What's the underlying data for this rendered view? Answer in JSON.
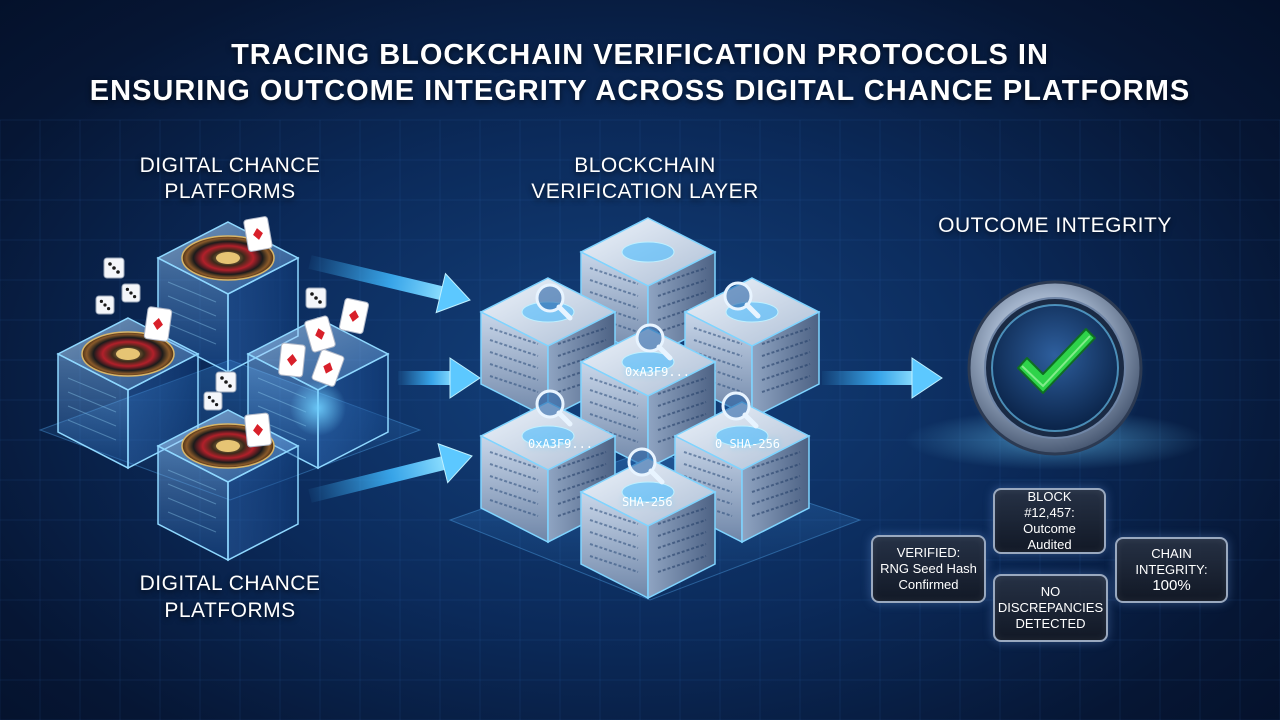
{
  "title": {
    "line1": "TRACING BLOCKCHAIN VERIFICATION PROTOCOLS IN",
    "line2": "ENSURING OUTCOME INTEGRITY ACROSS DIGITAL CHANCE PLATFORMS"
  },
  "left_section": {
    "top_label_line1": "DIGITAL CHANCE",
    "top_label_line2": "PLATFORMS",
    "bottom_label_line1": "DIGITAL CHANCE",
    "bottom_label_line2": "PLATFORMS"
  },
  "middle_section": {
    "label_line1": "BLOCKCHAIN",
    "label_line2": "VERIFICATION LAYER",
    "block_labels": {
      "center": "0xA3F9...",
      "left": "0xA3F9...",
      "right": "0 SHA-256",
      "bottom": "SHA-256"
    }
  },
  "right_section": {
    "label": "OUTCOME INTEGRITY",
    "panels": {
      "verified": {
        "line1": "VERIFIED:",
        "line2": "RNG Seed Hash",
        "line3": "Confirmed"
      },
      "block": {
        "line1": "BLOCK #12,457:",
        "line2": "Outcome Audited"
      },
      "chain": {
        "line1": "CHAIN INTEGRITY:",
        "line2": "100%"
      },
      "discrepancies": {
        "line1": "NO",
        "line2": "DISCREPANCIES",
        "line3": "DETECTED"
      }
    }
  },
  "colors": {
    "background": "#0b2a5a",
    "arrow": "#3fb8ff",
    "check": "#2ed34a",
    "cube_edge": "#7fd4ff"
  },
  "icons": {
    "roulette": "roulette-wheel-icon",
    "dice": "dice-icon",
    "card": "playing-card-icon",
    "magnifier": "magnifier-icon",
    "check": "checkmark-icon"
  }
}
